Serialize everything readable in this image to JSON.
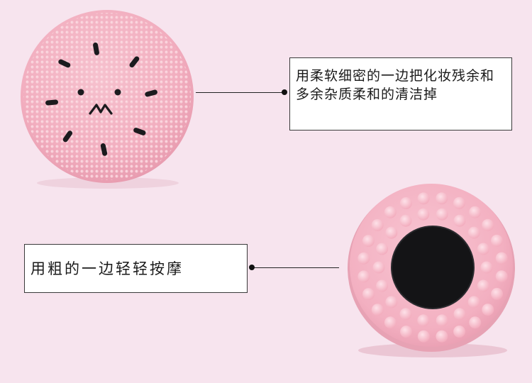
{
  "callouts": {
    "fine_side": "用柔软细密的一边把化妆残余和多余杂质柔和的清洁掉",
    "coarse_side": "用粗的一边轻轻按摩"
  },
  "colors": {
    "background": "#f7e4ee",
    "brush_pink": "#f4b4c4",
    "bristle_pink": "#f9cad6",
    "center_dark": "#141416"
  },
  "images": {
    "fine_side_brush": "pink-silicone-brush-fine-bristles-face",
    "coarse_side_brush": "pink-silicone-brush-coarse-nubs"
  }
}
